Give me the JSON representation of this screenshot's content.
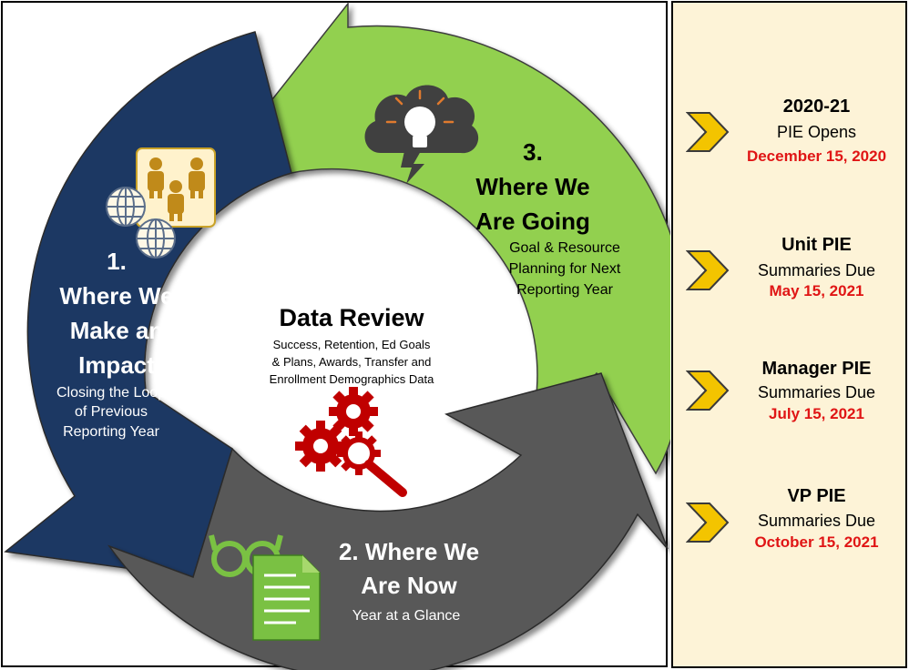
{
  "center": {
    "title": "Data Review",
    "lines": [
      "Success, Retention, Ed Goals",
      "& Plans, Awards, Transfer and",
      "Enrollment Demographics Data"
    ]
  },
  "stage1": {
    "number": "1.",
    "title_lines": [
      "Where We",
      "Make an",
      "Impact"
    ],
    "sub_lines": [
      "Closing the Loop",
      "of Previous",
      "Reporting Year"
    ],
    "color": "#1f3864"
  },
  "stage2": {
    "title_lines": [
      "2. Where We",
      "Are Now"
    ],
    "sub": "Year at a Glance",
    "color": "#595959"
  },
  "stage3": {
    "title_lines": [
      "3.",
      "Where We",
      "Are Going"
    ],
    "sub_lines": [
      "Goal & Resource",
      "Planning for Next",
      "Reporting Year"
    ],
    "color": "#92d050"
  },
  "timeline": [
    {
      "title": "2020-21",
      "sub": "PIE Opens",
      "date": "December 15, 2020"
    },
    {
      "title": "Unit PIE",
      "sub": "Summaries Due",
      "date": "May 15, 2021"
    },
    {
      "title": "Manager PIE",
      "sub": "Summaries Due",
      "date": "July 15, 2021"
    },
    {
      "title": "VP PIE",
      "sub": "Summaries Due",
      "date": "October 15, 2021"
    }
  ],
  "icons": {
    "people": "people-group-icon",
    "globe": "globe-icon",
    "lightbulb": "lightbulb-cloud-icon",
    "gears": "gears-magnifier-icon",
    "glasses": "glasses-icon",
    "document": "document-icon",
    "chevron": "chevron-right-icon"
  }
}
